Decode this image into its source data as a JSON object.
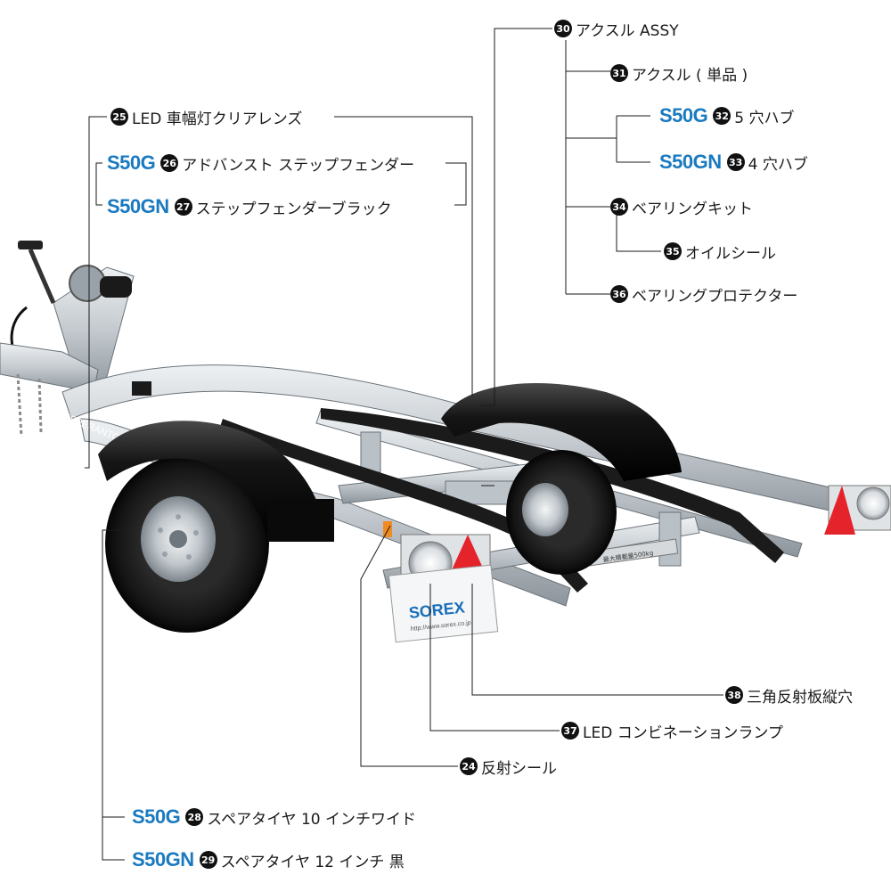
{
  "callouts": [
    {
      "id": "c30",
      "num": "30",
      "model": "",
      "label": "アクスル ASSY"
    },
    {
      "id": "c31",
      "num": "31",
      "model": "",
      "label": "アクスル ( 単品 )"
    },
    {
      "id": "c32",
      "num": "32",
      "model": "S50G",
      "label": "5 穴ハブ"
    },
    {
      "id": "c33",
      "num": "33",
      "model": "S50GN",
      "label": "4 穴ハブ"
    },
    {
      "id": "c34",
      "num": "34",
      "model": "",
      "label": "ベアリングキット"
    },
    {
      "id": "c35",
      "num": "35",
      "model": "",
      "label": "オイルシール"
    },
    {
      "id": "c36",
      "num": "36",
      "model": "",
      "label": "ベアリングプロテクター"
    },
    {
      "id": "c25",
      "num": "25",
      "model": "",
      "label": "LED 車幅灯クリアレンズ"
    },
    {
      "id": "c26",
      "num": "26",
      "model": "S50G",
      "label": "アドバンスト ステップフェンダー"
    },
    {
      "id": "c27",
      "num": "27",
      "model": "S50GN",
      "label": "ステップフェンダーブラック"
    },
    {
      "id": "c38",
      "num": "38",
      "model": "",
      "label": "三角反射板縦穴"
    },
    {
      "id": "c37",
      "num": "37",
      "model": "",
      "label": "LED コンビネーションランプ"
    },
    {
      "id": "c24",
      "num": "24",
      "model": "",
      "label": "反射シール"
    },
    {
      "id": "c28",
      "num": "28",
      "model": "S50G",
      "label": "スペアタイヤ 10 インチワイド"
    },
    {
      "id": "c29",
      "num": "29",
      "model": "S50GN",
      "label": "スペアタイヤ 12 インチ 黒"
    }
  ],
  "plate": {
    "brand": "SOREX",
    "url": "http://www.sorex.co.jp"
  },
  "frame_label": "ESPERANTO",
  "capacity_label": "最大積載量500kg",
  "colors": {
    "model_blue": "#1a7ac0",
    "reflector_red": "#e5232b",
    "fender_black": "#111111",
    "galvanized": "#c9ced3"
  }
}
